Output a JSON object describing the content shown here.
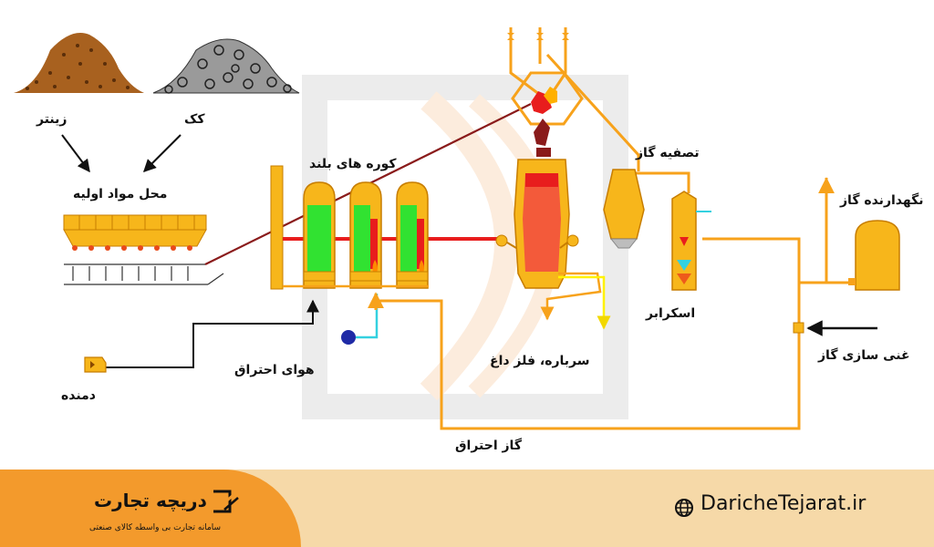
{
  "labels": {
    "sinter": "زینتر",
    "coke": "کک",
    "raw_material_site": "محل مواد اولیه",
    "blast_furnaces": "کوره های بلند",
    "gas_cleaning": "تصفیه گاز",
    "gas_holder": "نگهدارنده گاز",
    "scrubber": "اسکرابر",
    "slag_hot_metal": "سرباره، فلز داغ",
    "combustion_air": "هوای احتراق",
    "blower": "دمنده",
    "gas_enrichment": "غنی سازی گاز",
    "combustion_gas": "گاز احتراق"
  },
  "footer": {
    "brand_name": "دریچه تجارت",
    "brand_tagline": "سامانه تجارت بی واسطه کالای صنعتی",
    "website": "DaricheTejarat.ir"
  },
  "colors": {
    "orange_pipe": "#f7a21b",
    "red_pipe": "#e81d1d",
    "yellow_pipe": "#fff200",
    "stove_fill": "#31e231",
    "footer_bg": "#f6d9a8",
    "footer_accent": "#f39a2c"
  }
}
